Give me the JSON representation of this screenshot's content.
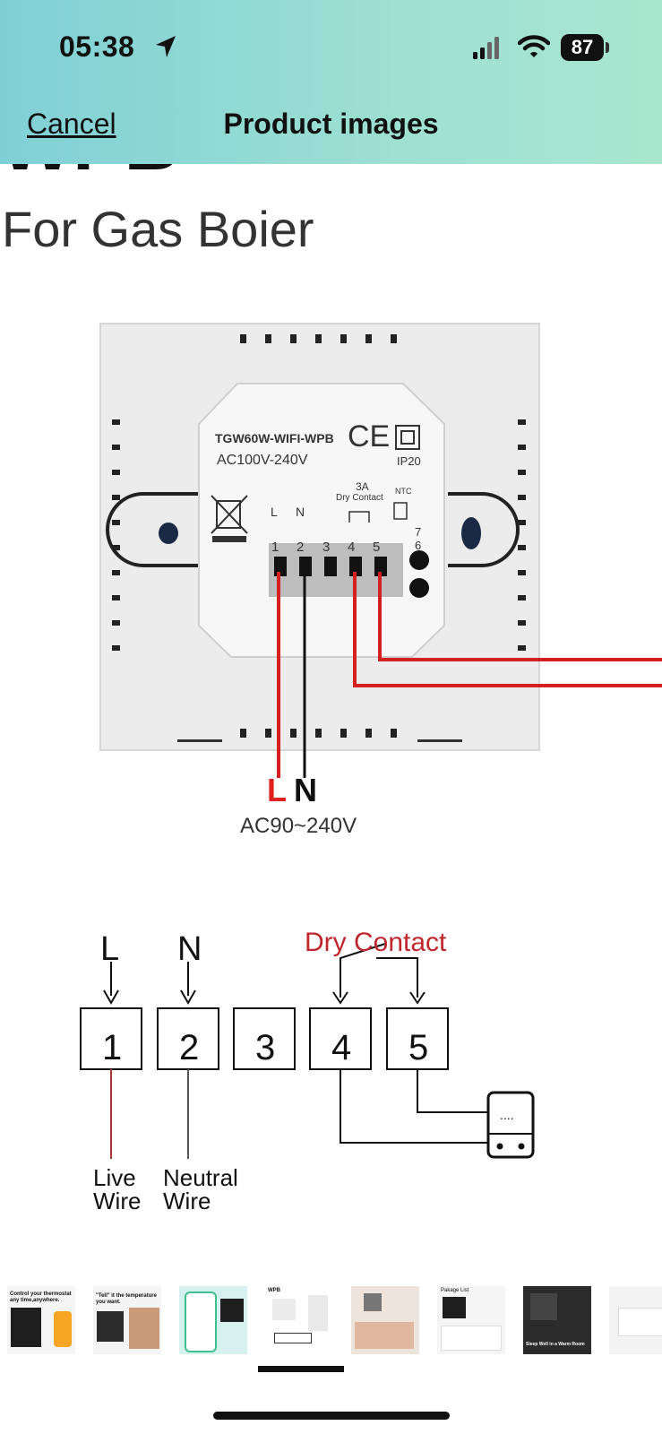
{
  "status_bar": {
    "time": "05:38",
    "battery": "87"
  },
  "header": {
    "cancel_label": "Cancel",
    "title": "Product images"
  },
  "product_image": {
    "brand": "WPB",
    "subtitle": "For Gas Boier",
    "device": {
      "model": "TGW60W-WIFI-WPB",
      "voltage": "AC100V-240V",
      "ip": "IP20",
      "ce": "CE",
      "contact_rating": "3A",
      "contact_label": "Dry Contact",
      "ntc": "NTC",
      "pins": [
        "1",
        "2",
        "3",
        "4",
        "5"
      ],
      "pin_letters": [
        "L",
        "N"
      ],
      "ntc_pins": [
        "7",
        "6"
      ]
    },
    "supply": {
      "l": "L",
      "n": "N",
      "voltage": "AC90~240V"
    },
    "diagram": {
      "dry_contact": "Dry Contact",
      "l": "L",
      "n": "N",
      "terminals": [
        "1",
        "2",
        "3",
        "4",
        "5"
      ],
      "live_wire": [
        "Live",
        "Wire"
      ],
      "neutral_wire": [
        "Neutral",
        "Wire"
      ]
    }
  },
  "thumbnails": [
    {
      "name": "thumb-voice-control",
      "caption": "Control your thermostat any time,anywhere."
    },
    {
      "name": "thumb-tell-it",
      "caption": "\"Tell\" it the temperature you want."
    },
    {
      "name": "thumb-app-schedule",
      "caption": ""
    },
    {
      "name": "thumb-wiring",
      "caption": "WPB"
    },
    {
      "name": "thumb-room",
      "caption": ""
    },
    {
      "name": "thumb-package",
      "caption": "Pakage List"
    },
    {
      "name": "thumb-warm-room",
      "caption": "Sleep Well in a Warm Room"
    },
    {
      "name": "thumb-device-side",
      "caption": ""
    }
  ]
}
